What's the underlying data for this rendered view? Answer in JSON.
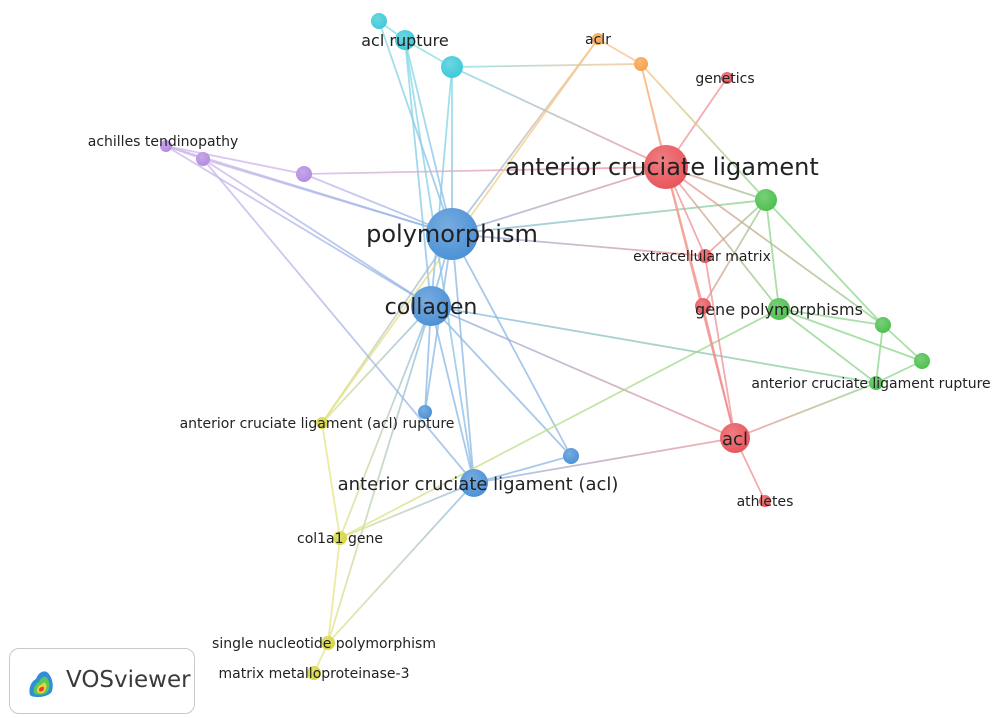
{
  "colors": {
    "red": "#e8535a",
    "green": "#4cbf4c",
    "blue": "#4a90d6",
    "cyan": "#3cc8d8",
    "purple": "#b38ae0",
    "yellow": "#d6d640",
    "orange": "#f5a04a"
  },
  "nodes": [
    {
      "id": "anterior-cruciate-ligament",
      "label": "anterior cruciate ligament",
      "cluster": "red"
    },
    {
      "id": "genetics",
      "label": "genetics",
      "cluster": "red"
    },
    {
      "id": "extracellular-matrix",
      "label": "extracellular matrix",
      "cluster": "red"
    },
    {
      "id": "red-small",
      "label": "",
      "cluster": "red"
    },
    {
      "id": "acl",
      "label": "acl",
      "cluster": "red"
    },
    {
      "id": "athletes",
      "label": "athletes",
      "cluster": "red"
    },
    {
      "id": "polymorphism",
      "label": "polymorphism",
      "cluster": "blue"
    },
    {
      "id": "collagen",
      "label": "collagen",
      "cluster": "blue"
    },
    {
      "id": "anterior-cruciate-ligament-acl",
      "label": "anterior cruciate ligament (acl)",
      "cluster": "blue"
    },
    {
      "id": "blue-small-1",
      "label": "",
      "cluster": "blue"
    },
    {
      "id": "blue-small-2",
      "label": "",
      "cluster": "blue"
    },
    {
      "id": "acl-rupture",
      "label": "acl rupture",
      "cluster": "cyan"
    },
    {
      "id": "cyan-small-1",
      "label": "",
      "cluster": "cyan"
    },
    {
      "id": "cyan-small-2",
      "label": "",
      "cluster": "cyan"
    },
    {
      "id": "aclr",
      "label": "aclr",
      "cluster": "orange"
    },
    {
      "id": "orange-small",
      "label": "",
      "cluster": "orange"
    },
    {
      "id": "achilles-tendinopathy",
      "label": "achilles tendinopathy",
      "cluster": "purple"
    },
    {
      "id": "purple-small-1",
      "label": "",
      "cluster": "purple"
    },
    {
      "id": "purple-small-2",
      "label": "",
      "cluster": "purple"
    },
    {
      "id": "green-1",
      "label": "",
      "cluster": "green"
    },
    {
      "id": "gene-polymorphisms",
      "label": "gene polymorphisms",
      "cluster": "green"
    },
    {
      "id": "green-2",
      "label": "",
      "cluster": "green"
    },
    {
      "id": "green-3",
      "label": "",
      "cluster": "green"
    },
    {
      "id": "anterior-cruciate-ligament-rupture",
      "label": "anterior cruciate ligament rupture",
      "cluster": "green"
    },
    {
      "id": "anterior-cruciate-ligament-acl-rupture",
      "label": "anterior cruciate ligament (acl) rupture",
      "cluster": "yellow"
    },
    {
      "id": "col1a1-gene",
      "label": "col1a1 gene",
      "cluster": "yellow"
    },
    {
      "id": "single-nucleotide-polymorphism",
      "label": "single nucleotide polymorphism",
      "cluster": "yellow"
    },
    {
      "id": "matrix-metalloproteinase-3",
      "label": "matrix metalloproteinase-3",
      "cluster": "yellow"
    }
  ],
  "edges": [
    [
      "polymorphism",
      "collagen"
    ],
    [
      "polymorphism",
      "acl-rupture"
    ],
    [
      "polymorphism",
      "cyan-small-1"
    ],
    [
      "polymorphism",
      "cyan-small-2"
    ],
    [
      "polymorphism",
      "achilles-tendinopathy"
    ],
    [
      "polymorphism",
      "purple-small-1"
    ],
    [
      "polymorphism",
      "purple-small-2"
    ],
    [
      "polymorphism",
      "anterior-cruciate-ligament"
    ],
    [
      "polymorphism",
      "extracellular-matrix"
    ],
    [
      "polymorphism",
      "green-1"
    ],
    [
      "polymorphism",
      "aclr"
    ],
    [
      "polymorphism",
      "anterior-cruciate-ligament-acl"
    ],
    [
      "polymorphism",
      "blue-small-1"
    ],
    [
      "polymorphism",
      "blue-small-2"
    ],
    [
      "polymorphism",
      "anterior-cruciate-ligament-acl-rupture"
    ],
    [
      "collagen",
      "acl-rupture"
    ],
    [
      "collagen",
      "cyan-small-2"
    ],
    [
      "collagen",
      "achilles-tendinopathy"
    ],
    [
      "collagen",
      "purple-small-1"
    ],
    [
      "collagen",
      "anterior-cruciate-ligament-acl"
    ],
    [
      "collagen",
      "blue-small-1"
    ],
    [
      "collagen",
      "blue-small-2"
    ],
    [
      "collagen",
      "acl"
    ],
    [
      "collagen",
      "anterior-cruciate-ligament-rupture"
    ],
    [
      "collagen",
      "anterior-cruciate-ligament-acl-rupture"
    ],
    [
      "collagen",
      "col1a1-gene"
    ],
    [
      "collagen",
      "single-nucleotide-polymorphism"
    ],
    [
      "anterior-cruciate-ligament",
      "cyan-small-2"
    ],
    [
      "anterior-cruciate-ligament",
      "orange-small"
    ],
    [
      "anterior-cruciate-ligament",
      "genetics"
    ],
    [
      "anterior-cruciate-ligament",
      "purple-small-2"
    ],
    [
      "anterior-cruciate-ligament",
      "green-1"
    ],
    [
      "anterior-cruciate-ligament",
      "extracellular-matrix"
    ],
    [
      "anterior-cruciate-ligament",
      "red-small"
    ],
    [
      "anterior-cruciate-ligament",
      "acl"
    ],
    [
      "anterior-cruciate-ligament",
      "gene-polymorphisms"
    ],
    [
      "anterior-cruciate-ligament",
      "green-2"
    ],
    [
      "orange-small",
      "aclr"
    ],
    [
      "orange-small",
      "cyan-small-2"
    ],
    [
      "orange-small",
      "green-1"
    ],
    [
      "orange-small",
      "acl"
    ],
    [
      "aclr",
      "anterior-cruciate-ligament-acl-rupture"
    ],
    [
      "acl-rupture",
      "cyan-small-1"
    ],
    [
      "acl-rupture",
      "cyan-small-2"
    ],
    [
      "acl-rupture",
      "anterior-cruciate-ligament-acl"
    ],
    [
      "achilles-tendinopathy",
      "purple-small-1"
    ],
    [
      "achilles-tendinopathy",
      "purple-small-2"
    ],
    [
      "purple-small-1",
      "anterior-cruciate-ligament-acl"
    ],
    [
      "green-1",
      "gene-polymorphisms"
    ],
    [
      "green-1",
      "green-2"
    ],
    [
      "green-1",
      "extracellular-matrix"
    ],
    [
      "green-1",
      "red-small"
    ],
    [
      "gene-polymorphisms",
      "green-2"
    ],
    [
      "gene-polymorphisms",
      "green-3"
    ],
    [
      "gene-polymorphisms",
      "anterior-cruciate-ligament-rupture"
    ],
    [
      "gene-polymorphisms",
      "col1a1-gene"
    ],
    [
      "green-2",
      "green-3"
    ],
    [
      "green-2",
      "anterior-cruciate-ligament-rupture"
    ],
    [
      "green-3",
      "anterior-cruciate-ligament-rupture"
    ],
    [
      "extracellular-matrix",
      "acl"
    ],
    [
      "red-small",
      "acl"
    ],
    [
      "acl",
      "athletes"
    ],
    [
      "acl",
      "anterior-cruciate-ligament-rupture"
    ],
    [
      "acl",
      "anterior-cruciate-ligament-acl"
    ],
    [
      "anterior-cruciate-ligament-acl",
      "blue-small-2"
    ],
    [
      "anterior-cruciate-ligament-acl",
      "col1a1-gene"
    ],
    [
      "anterior-cruciate-ligament-acl",
      "single-nucleotide-polymorphism"
    ],
    [
      "anterior-cruciate-ligament-acl-rupture",
      "col1a1-gene"
    ],
    [
      "col1a1-gene",
      "single-nucleotide-polymorphism"
    ],
    [
      "single-nucleotide-polymorphism",
      "matrix-metalloproteinase-3"
    ]
  ],
  "logo": {
    "text": "VOSviewer",
    "icon": "vosviewer-logo-icon"
  }
}
